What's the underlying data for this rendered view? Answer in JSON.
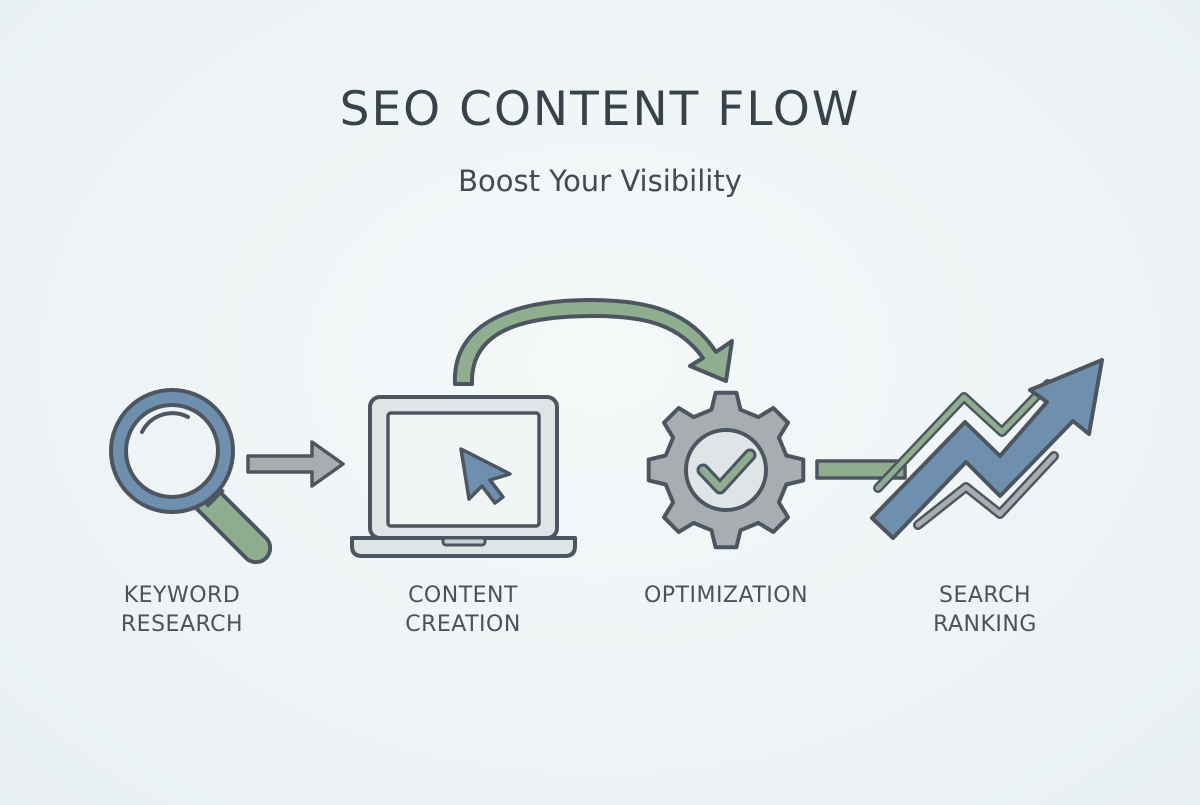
{
  "header": {
    "title": "SEO CONTENT FLOW",
    "subtitle": "Boost Your Visibility"
  },
  "steps": [
    {
      "id": "keyword-research",
      "icon": "magnifying-glass-icon",
      "label_lines": [
        "KEYWORD",
        "RESEARCH"
      ]
    },
    {
      "id": "content-creation",
      "icon": "laptop-cursor-icon",
      "label_lines": [
        "CONTENT",
        "CREATION"
      ]
    },
    {
      "id": "optimization",
      "icon": "gear-checkmark-icon",
      "label_lines": [
        "OPTIMIZATION"
      ]
    },
    {
      "id": "search-ranking",
      "icon": "trending-up-arrow-icon",
      "label_lines": [
        "SEARCH",
        "RANKING"
      ]
    }
  ],
  "colors": {
    "background": "#eef4f6",
    "outline": "#4d5660",
    "blue": "#6f8fae",
    "green": "#8fae8f",
    "gray": "#a7adb1",
    "light_gray": "#dfe4e6",
    "text": "#38424a"
  }
}
